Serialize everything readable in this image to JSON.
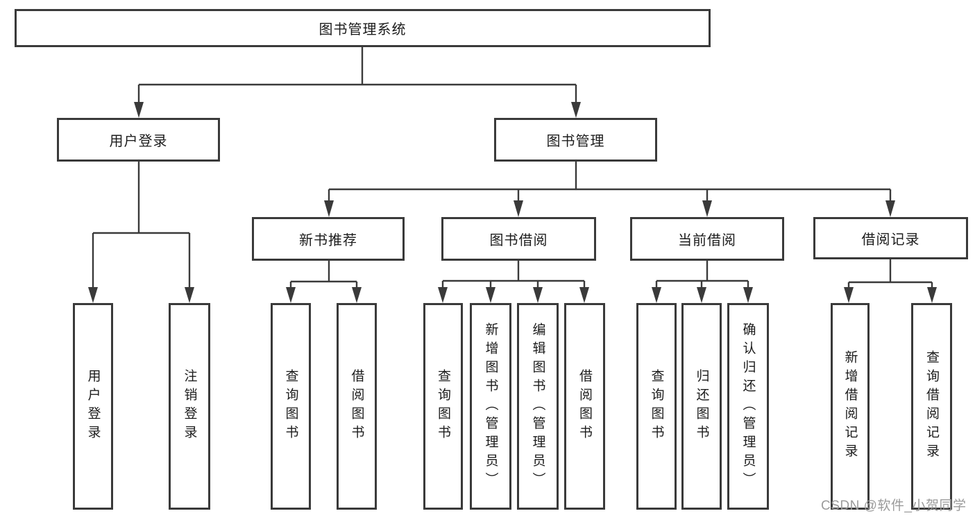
{
  "diagram": {
    "root": {
      "label": "图书管理系统"
    },
    "level2": [
      {
        "label": "用户登录"
      },
      {
        "label": "图书管理"
      }
    ],
    "level3": [
      {
        "label": "新书推荐"
      },
      {
        "label": "图书借阅"
      },
      {
        "label": "当前借阅"
      },
      {
        "label": "借阅记录"
      }
    ],
    "leaves": {
      "user_login": [
        {
          "label": "用户登录"
        },
        {
          "label": "注销登录"
        }
      ],
      "new_book_recommend": [
        {
          "label": "查询图书"
        },
        {
          "label": "借阅图书"
        }
      ],
      "book_borrowing": [
        {
          "label": "查询图书"
        },
        {
          "label": "新增图书（管理员）"
        },
        {
          "label": "编辑图书（管理员）"
        },
        {
          "label": "借阅图书"
        }
      ],
      "current_borrowing": [
        {
          "label": "查询图书"
        },
        {
          "label": "归还图书"
        },
        {
          "label": "确认归还（管理员）"
        }
      ],
      "borrowing_records": [
        {
          "label": "新增借阅记录"
        },
        {
          "label": "查询借阅记录"
        }
      ]
    },
    "watermark": "CSDN @软件_小贺同学",
    "colors": {
      "line": "#3a3a3a",
      "text": "#1c1c1c",
      "watermark": "#9b9b9b",
      "background": "#ffffff"
    }
  }
}
